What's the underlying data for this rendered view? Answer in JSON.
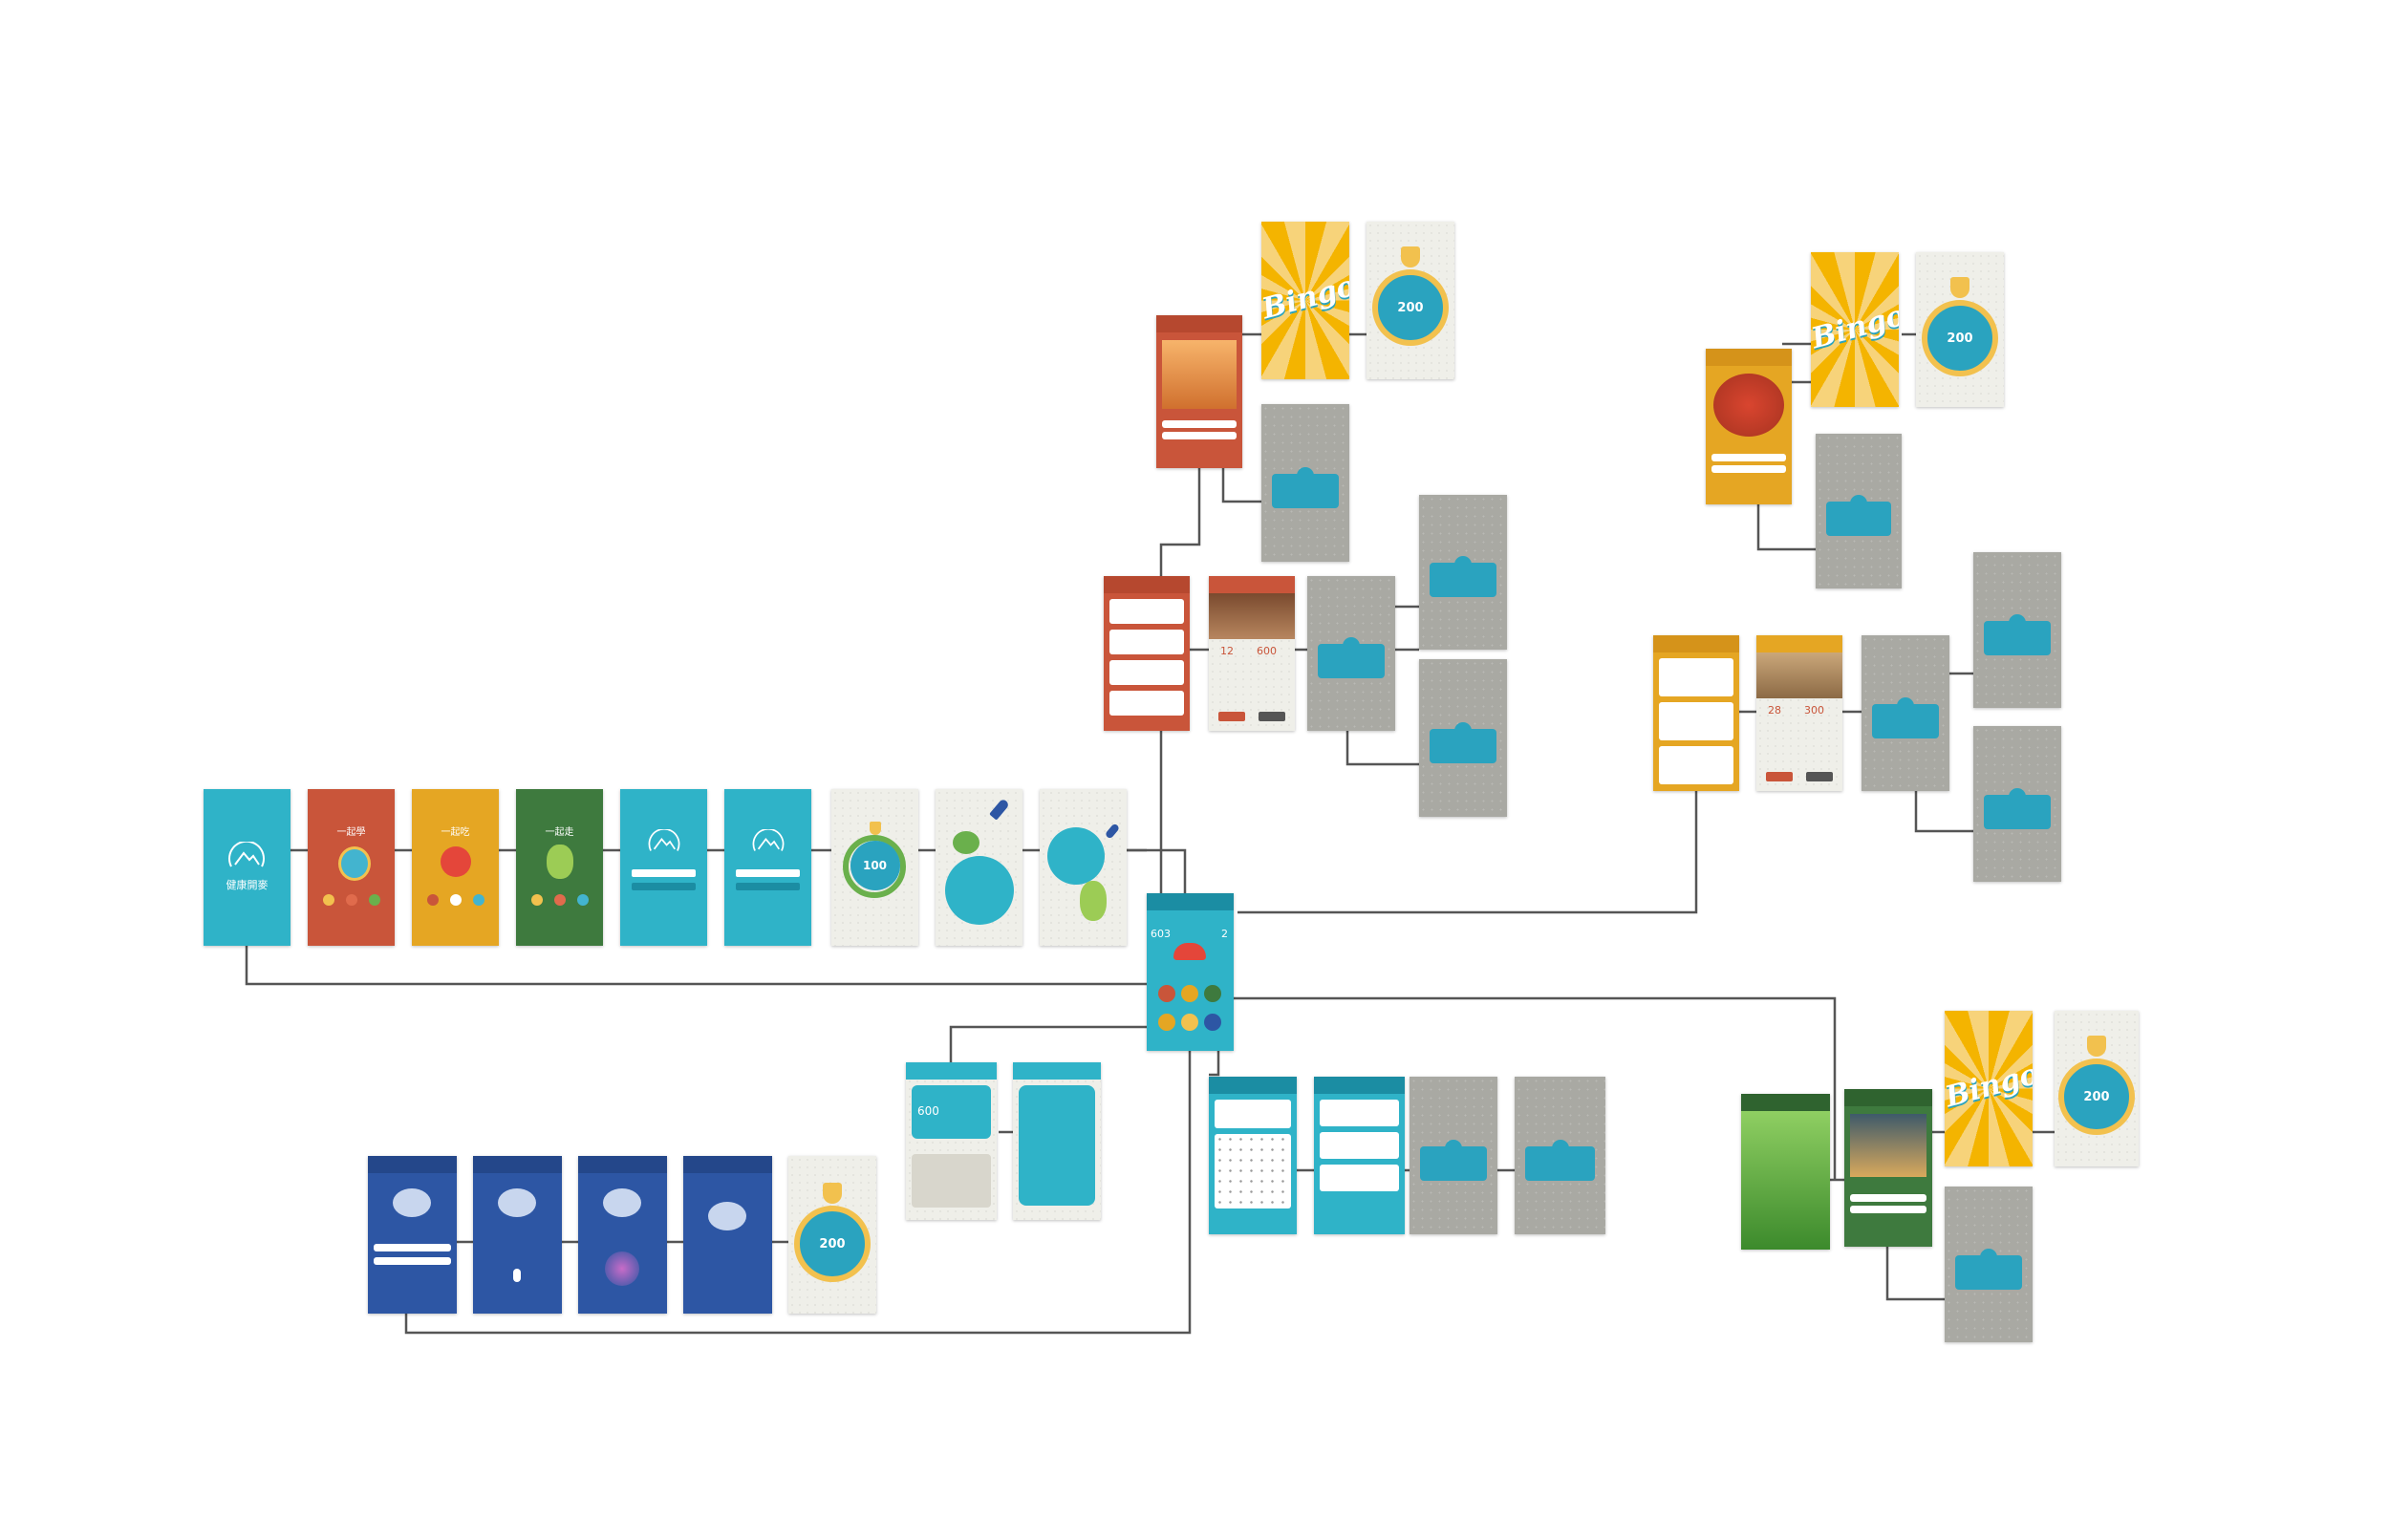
{
  "diagram": {
    "type": "app-screen-flow",
    "screens": [
      {
        "name": "splash",
        "theme": "teal",
        "text": "健康開麥"
      },
      {
        "name": "intro-learn",
        "theme": "red",
        "text": "一起學"
      },
      {
        "name": "intro-eat",
        "theme": "yellow",
        "text": "一起吃"
      },
      {
        "name": "intro-move",
        "theme": "green",
        "text": "一起走"
      },
      {
        "name": "login-1",
        "theme": "teal",
        "text": ""
      },
      {
        "name": "login-2",
        "theme": "teal",
        "text": ""
      },
      {
        "name": "reward-100",
        "theme": "paper",
        "text": "100"
      },
      {
        "name": "onboarding-rocket",
        "theme": "paper",
        "text": ""
      },
      {
        "name": "onboarding-speech",
        "theme": "paper",
        "text": ""
      },
      {
        "name": "home-hub",
        "theme": "teal",
        "text": "603",
        "text2": "2"
      },
      {
        "name": "learn-video",
        "theme": "red",
        "text": ""
      },
      {
        "name": "learn-bingo",
        "theme": "bingo",
        "text": "Bingo!"
      },
      {
        "name": "learn-medal",
        "theme": "paper",
        "text": "200"
      },
      {
        "name": "learn-retry",
        "theme": "gray",
        "text": ""
      },
      {
        "name": "learn-list",
        "theme": "red",
        "text": ""
      },
      {
        "name": "learn-detail",
        "theme": "paper",
        "text": "12",
        "text2": "600"
      },
      {
        "name": "learn-confirm",
        "theme": "gray",
        "text": ""
      },
      {
        "name": "learn-result-a",
        "theme": "gray",
        "text": ""
      },
      {
        "name": "learn-result-b",
        "theme": "gray",
        "text": ""
      },
      {
        "name": "eat-food",
        "theme": "yellow",
        "text": ""
      },
      {
        "name": "eat-bingo",
        "theme": "bingo",
        "text": "Bingo!"
      },
      {
        "name": "eat-medal",
        "theme": "paper",
        "text": "200"
      },
      {
        "name": "eat-retry",
        "theme": "gray",
        "text": ""
      },
      {
        "name": "eat-list",
        "theme": "yellow",
        "text": ""
      },
      {
        "name": "eat-detail",
        "theme": "paper",
        "text": "28",
        "text2": "300"
      },
      {
        "name": "eat-confirm",
        "theme": "gray",
        "text": ""
      },
      {
        "name": "eat-result-a",
        "theme": "gray",
        "text": ""
      },
      {
        "name": "eat-result-b",
        "theme": "gray",
        "text": ""
      },
      {
        "name": "move-grass",
        "theme": "green",
        "text": ""
      },
      {
        "name": "move-sunset",
        "theme": "green",
        "text": ""
      },
      {
        "name": "move-bingo",
        "theme": "bingo",
        "text": "Bingo!"
      },
      {
        "name": "move-medal",
        "theme": "paper",
        "text": "200"
      },
      {
        "name": "move-retry",
        "theme": "gray",
        "text": ""
      },
      {
        "name": "points-summary",
        "theme": "paper",
        "text": "600"
      },
      {
        "name": "points-history",
        "theme": "paper",
        "text": ""
      },
      {
        "name": "calendar",
        "theme": "teal",
        "text": ""
      },
      {
        "name": "schedule-list",
        "theme": "teal",
        "text": ""
      },
      {
        "name": "schedule-confirm",
        "theme": "gray",
        "text": ""
      },
      {
        "name": "schedule-result",
        "theme": "gray",
        "text": ""
      },
      {
        "name": "wish-1",
        "theme": "blue",
        "text": ""
      },
      {
        "name": "wish-2",
        "theme": "blue",
        "text": ""
      },
      {
        "name": "wish-3",
        "theme": "blue",
        "text": ""
      },
      {
        "name": "wish-4",
        "theme": "blue",
        "text": ""
      },
      {
        "name": "wish-medal",
        "theme": "paper",
        "text": "200"
      }
    ]
  },
  "colors": {
    "teal": "#2fb3c8",
    "red": "#c9553a",
    "yellow": "#e5a623",
    "green": "#3e7a3e",
    "blue": "#2d56a4",
    "gray": "#a9a9a3",
    "connector": "#555555"
  }
}
